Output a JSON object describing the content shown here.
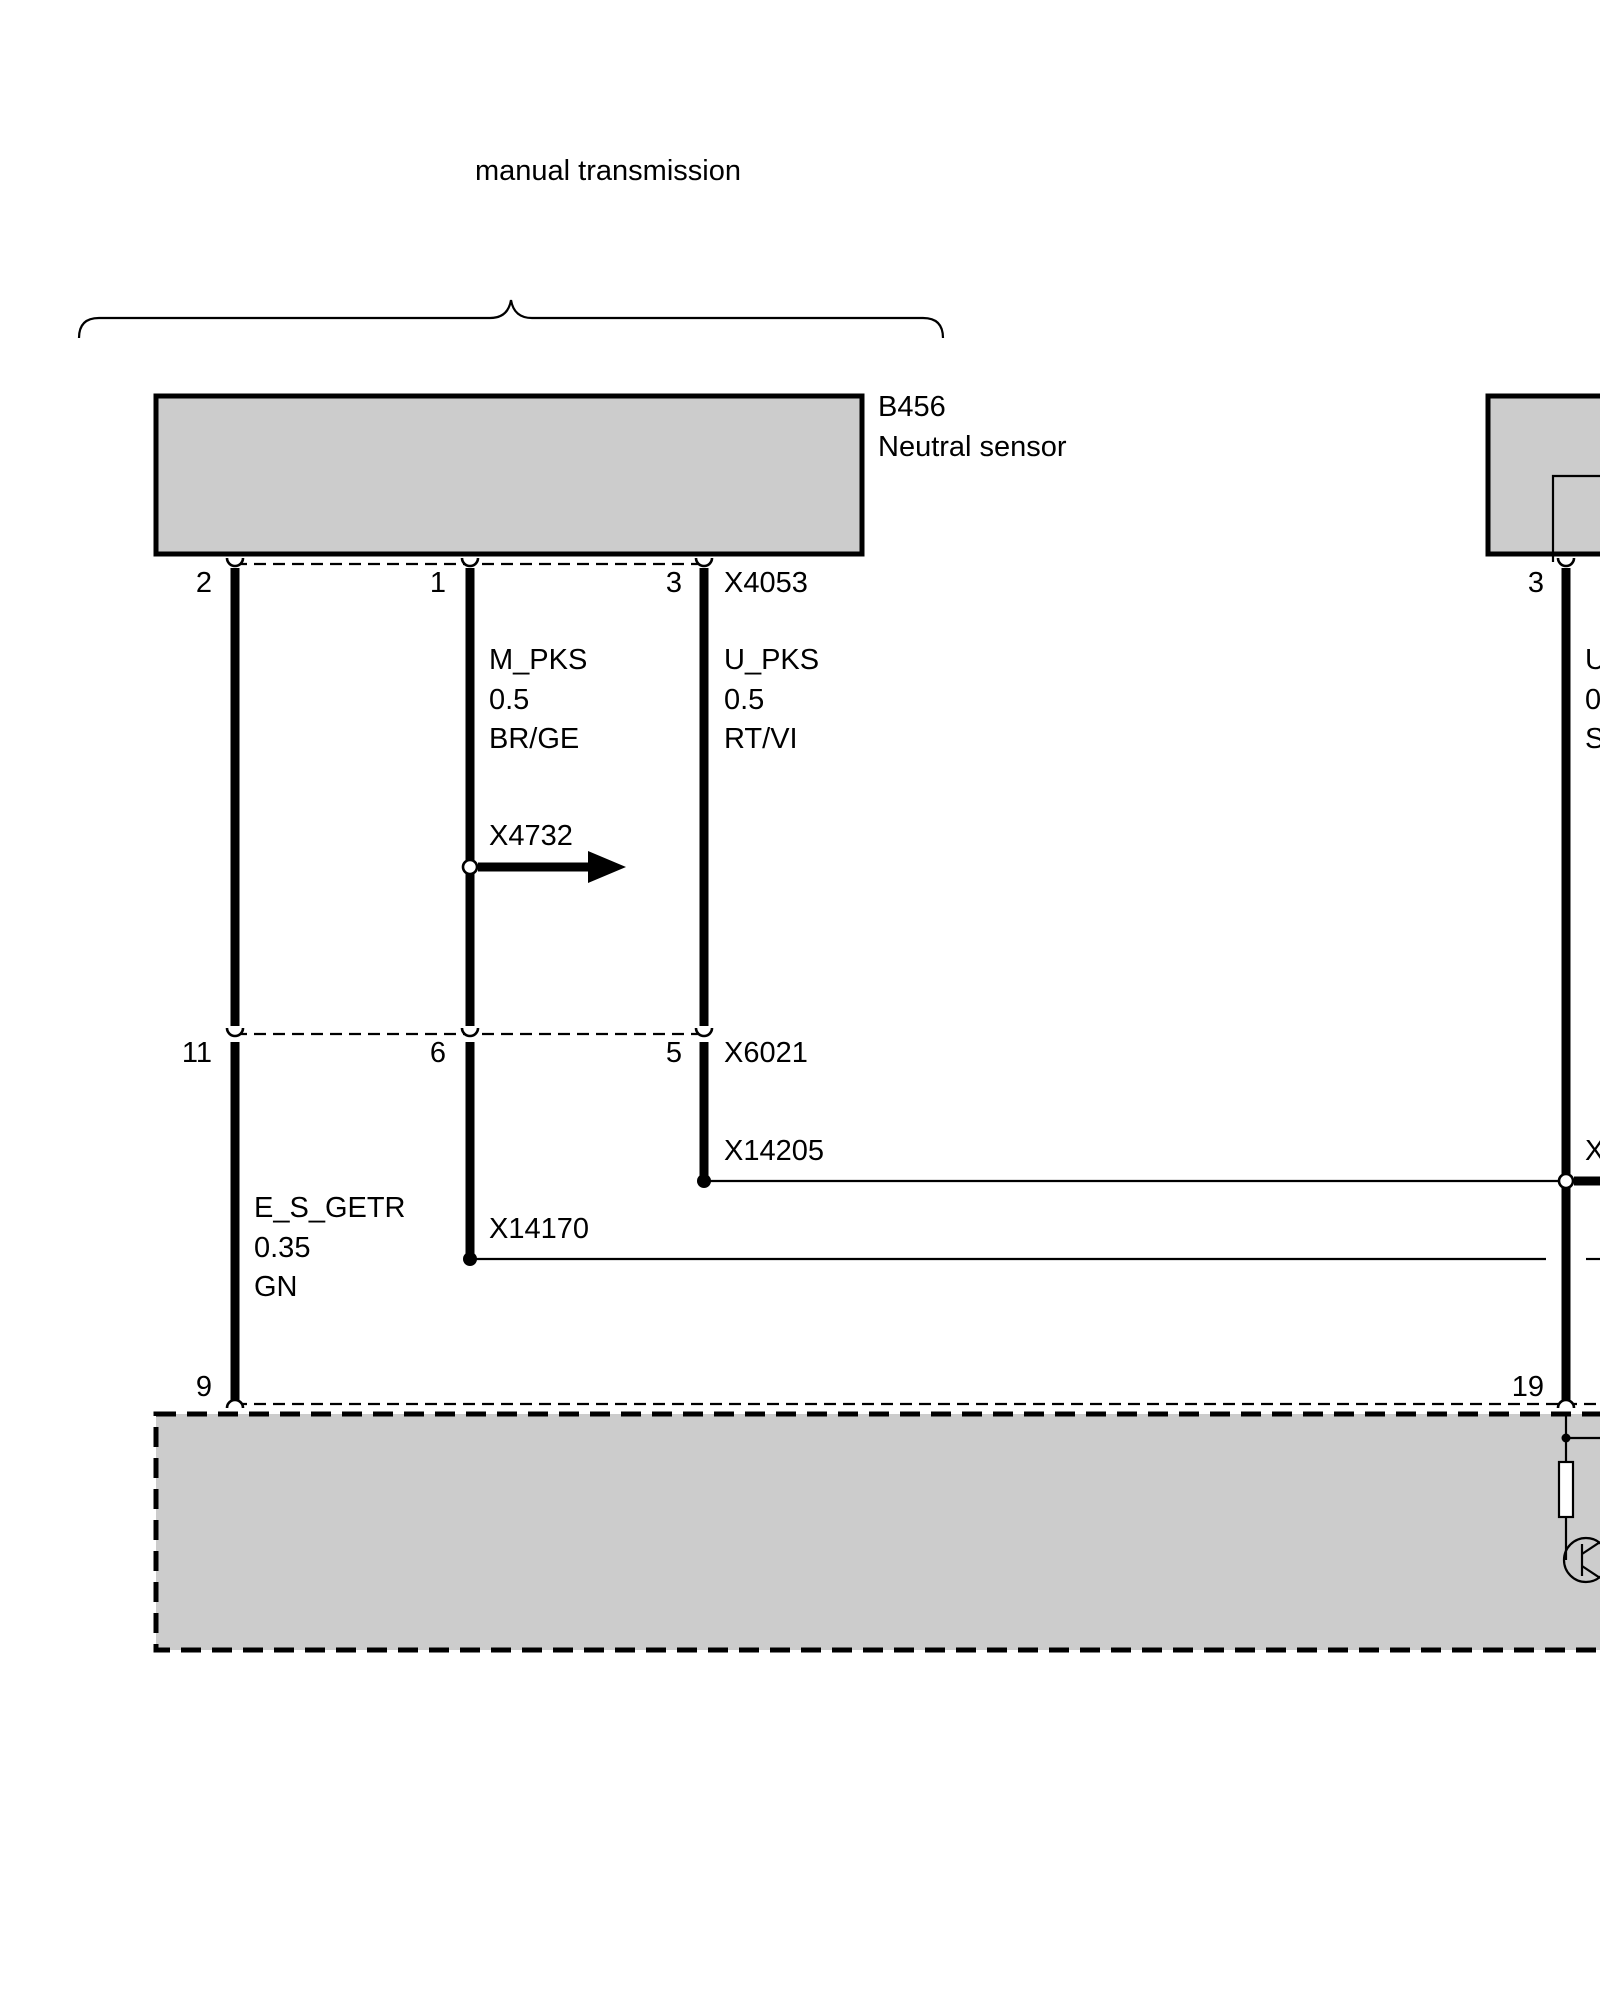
{
  "group_label": "manual transmission",
  "component": {
    "id": "B456",
    "name": "Neutral sensor"
  },
  "connectors": {
    "sensor": "X4053",
    "middle": "X6021"
  },
  "pins": {
    "sensor": [
      "2",
      "1",
      "3"
    ],
    "middle": [
      "11",
      "6",
      "5"
    ],
    "bottom_left": "9",
    "right_top": "3",
    "right_bottom": "19"
  },
  "wires": {
    "m_pks": {
      "signal": "M_PKS",
      "size": "0.5",
      "color": "BR/GE"
    },
    "u_pks": {
      "signal": "U_PKS",
      "size": "0.5",
      "color": "RT/VI"
    },
    "e_s_getr": {
      "signal": "E_S_GETR",
      "size": "0.35",
      "color": "GN"
    }
  },
  "splices": {
    "arrow": "X4732",
    "u_splice": "X14205",
    "m_splice": "X14170"
  },
  "clipped_right_text": {
    "wire_line1": "U",
    "wire_line2": "0",
    "wire_line3": "S",
    "splice": "X"
  }
}
